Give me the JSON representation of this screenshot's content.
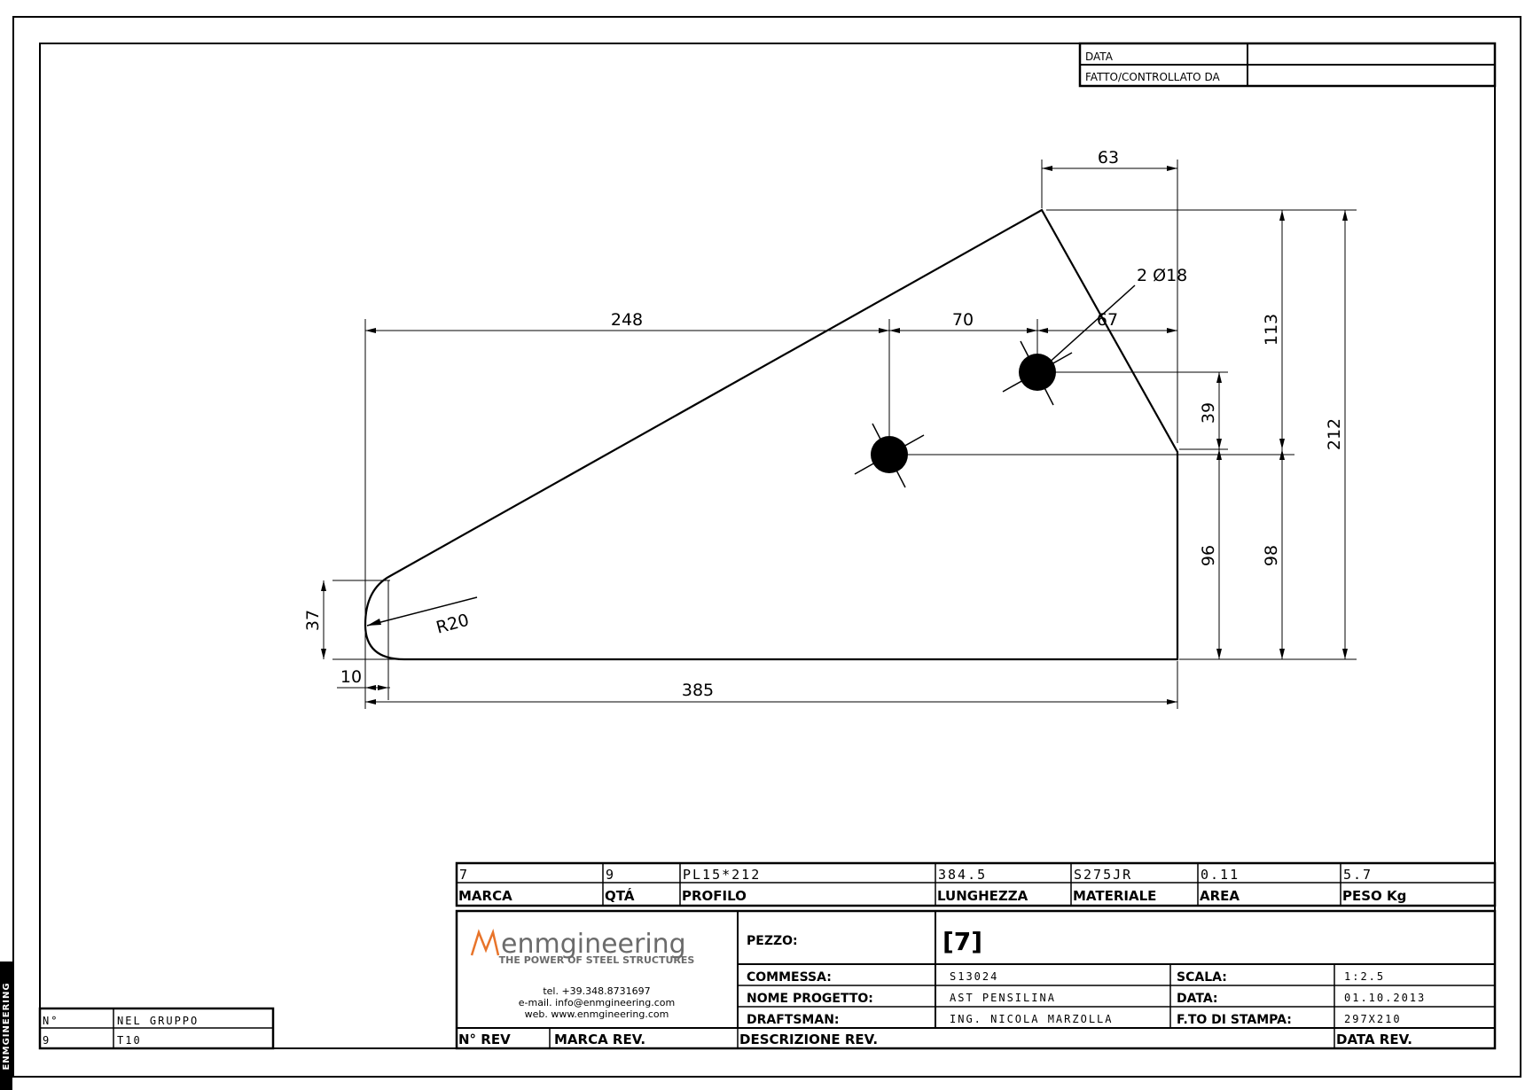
{
  "header_box": {
    "data_label": "DATA",
    "checked_label": "FATTO/CONTROLLATO DA",
    "data_value": "",
    "checked_value": ""
  },
  "dimensions": {
    "top_63": "63",
    "d248": "248",
    "d70": "70",
    "d67": "67",
    "holes": "2 Ø18",
    "d113": "113",
    "d212": "212",
    "d39": "39",
    "d96": "96",
    "d98": "98",
    "d37": "37",
    "radius": "R20",
    "d10": "10",
    "d385": "385"
  },
  "piece_row": {
    "marca": "7",
    "qta": "9",
    "profilo": "PL15*212",
    "lunghezza": "384.5",
    "materiale": "S275JR",
    "area": "0.11",
    "peso": "5.7",
    "marca_label": "MARCA",
    "qta_label": "QTÁ",
    "profilo_label": "PROFILO",
    "lunghezza_label": "LUNGHEZZA",
    "materiale_label": "MATERIALE",
    "area_label": "AREA",
    "peso_label": "PESO Kg"
  },
  "company": {
    "logo_text": "enmgineering",
    "tagline": "THE POWER OF STEEL STRUCTURES",
    "tel": "tel. +39.348.8731697",
    "email": "e-mail. info@enmgineering.com",
    "web": "web. www.enmgineering.com",
    "side_brand": "ENMGINEERING"
  },
  "title_block": {
    "pezzo_label": "PEZZO:",
    "pezzo_value": "[7]",
    "commessa_label": "COMMESSA:",
    "commessa_value": "S13024",
    "progetto_label": "NOME PROGETTO:",
    "progetto_value": "AST PENSILINA",
    "draftsman_label": "DRAFTSMAN:",
    "draftsman_value": "ING. NICOLA MARZOLLA",
    "scala_label": "SCALA:",
    "scala_value": "1:2.5",
    "data_label": "DATA:",
    "data_value": "01.10.2013",
    "stampa_label": "F.TO DI STAMPA:",
    "stampa_value": "297X210"
  },
  "revision_row": {
    "nrev_label": "N° REV",
    "marca_rev_label": "MARCA REV.",
    "descr_rev_label": "DESCRIZIONE REV.",
    "data_rev_label": "DATA REV."
  },
  "group_box": {
    "n_label": "N°",
    "gruppo_label": "NEL GRUPPO",
    "n_value": "9",
    "gruppo_value": "T10"
  },
  "colors": {
    "logo_orange": "#e8742a",
    "logo_gray": "#6b6b6b"
  }
}
